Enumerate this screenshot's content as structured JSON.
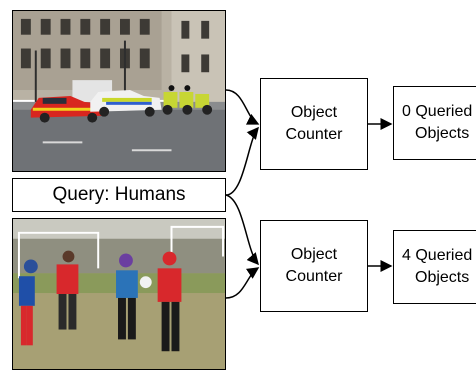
{
  "query": {
    "label": "Query: Humans"
  },
  "pipelines": [
    {
      "image": "street-scene-image",
      "counter": {
        "line1": "Object",
        "line2": "Counter"
      },
      "result": {
        "line1": "0 Queried",
        "line2": "Objects"
      }
    },
    {
      "image": "soccer-scene-image",
      "counter": {
        "line1": "Object",
        "line2": "Counter"
      },
      "result": {
        "line1": "4 Queried",
        "line2": "Objects"
      }
    }
  ]
}
